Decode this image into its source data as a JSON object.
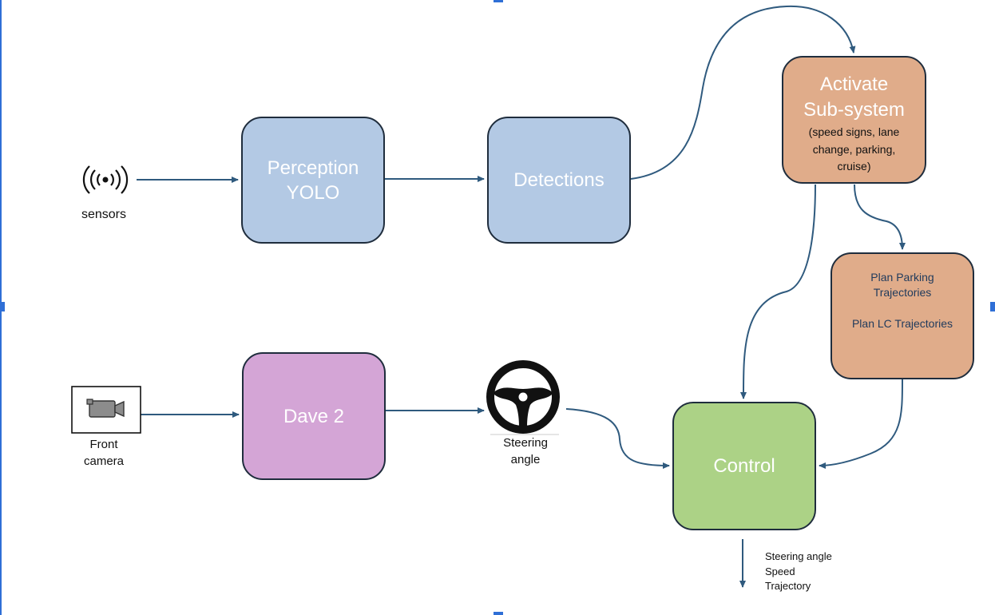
{
  "nodes": {
    "sensors": {
      "label": "sensors",
      "icon": "wireless-sensor-icon"
    },
    "front_camera": {
      "line1": "Front",
      "line2": "camera",
      "icon": "video-camera-icon"
    },
    "perception": {
      "line1": "Perception",
      "line2": "YOLO"
    },
    "detections": {
      "label": "Detections"
    },
    "dave": {
      "label": "Dave 2"
    },
    "steering": {
      "line1": "Steering",
      "line2": "angle",
      "icon": "steering-wheel-icon"
    },
    "activate": {
      "line1": "Activate",
      "line2": "Sub-system",
      "sub1": "(speed signs, lane",
      "sub2": "change, parking,",
      "sub3": "cruise)"
    },
    "plan": {
      "line1": "Plan Parking",
      "line2": "Trajectories",
      "line3": "Plan LC Trajectories"
    },
    "control": {
      "label": "Control"
    }
  },
  "outputs": [
    "Steering angle",
    "Speed",
    "Trajectory"
  ],
  "colors": {
    "blue_box": "#b3c9e4",
    "purple_box": "#d4a5d6",
    "orange_box": "#e0ac8a",
    "green_box": "#acd286",
    "arrow": "#2f5a7e",
    "border": "#1f2d3d"
  }
}
